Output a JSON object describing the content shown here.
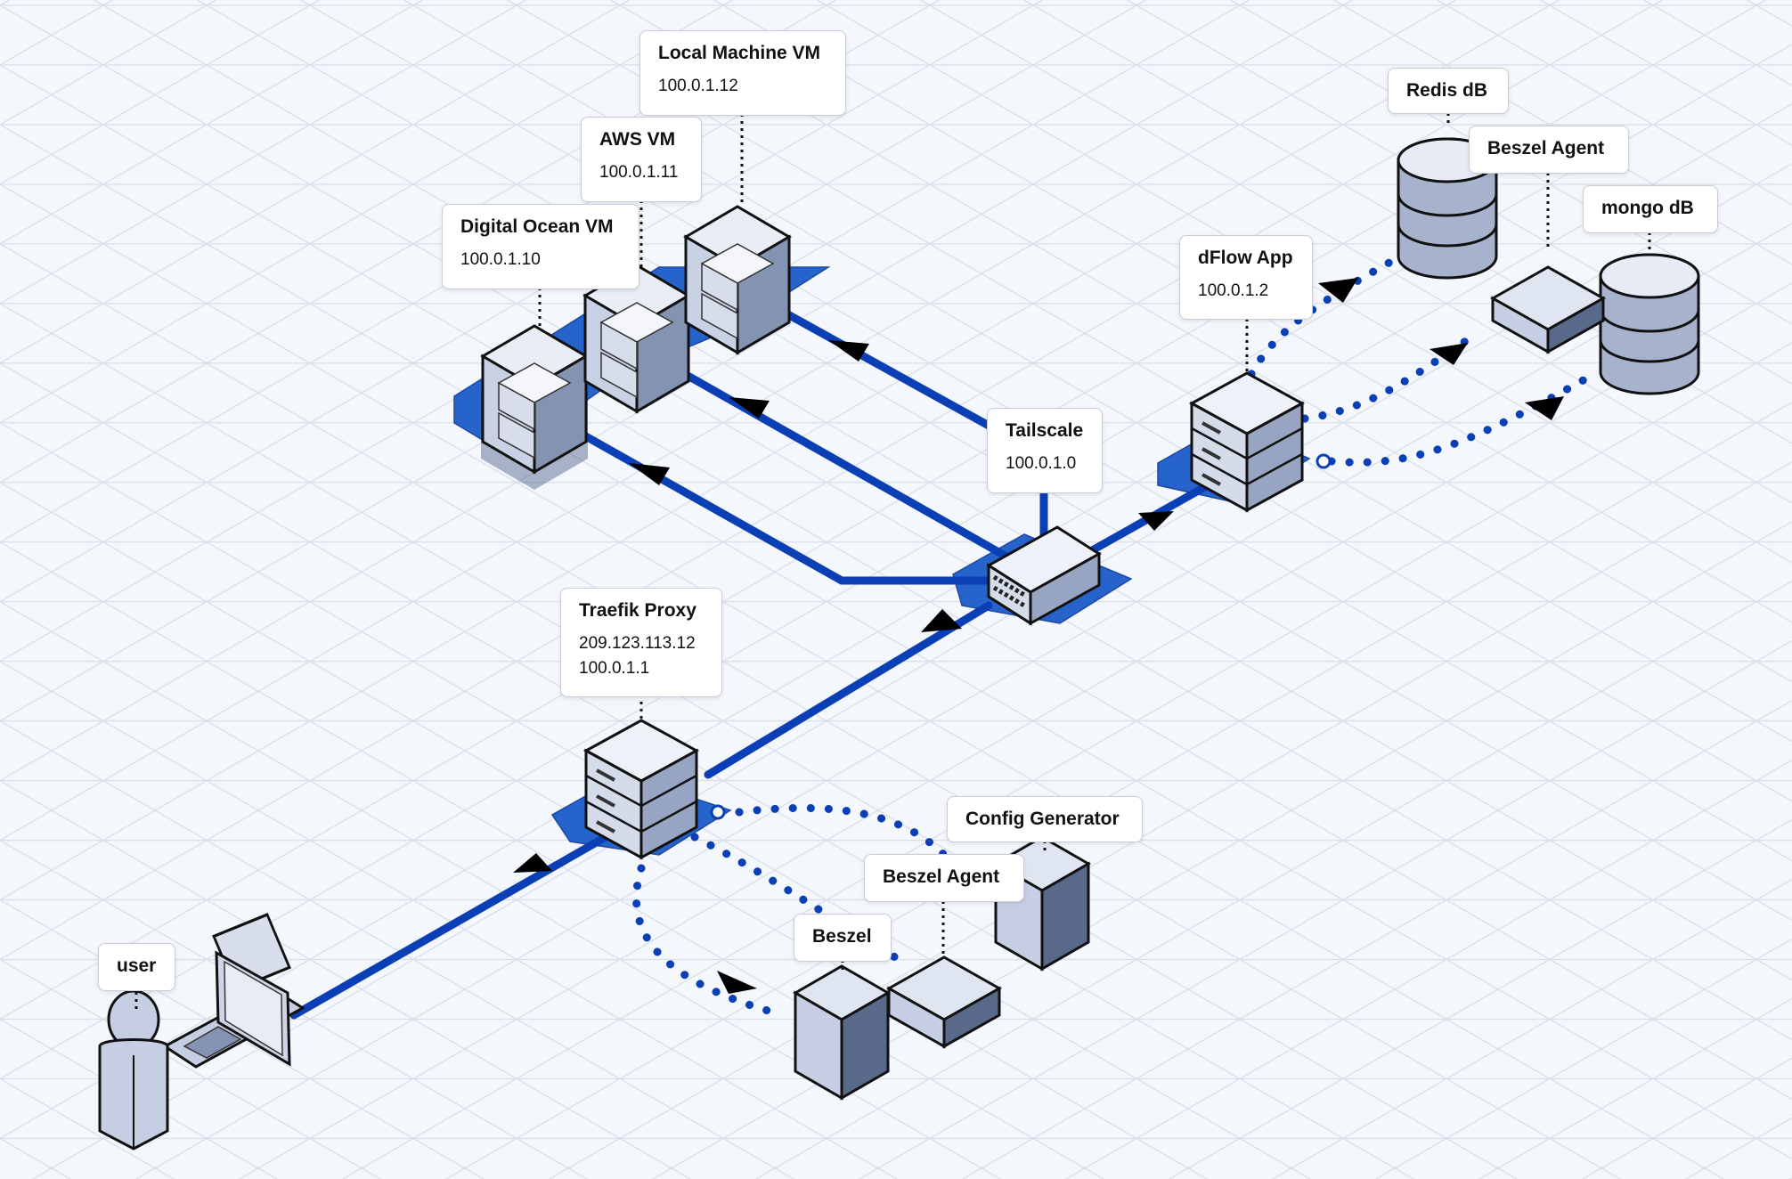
{
  "diagram": {
    "nodes": [
      {
        "id": "local-vm",
        "title": "Local Machine VM",
        "ips": [
          "100.0.1.12"
        ]
      },
      {
        "id": "aws-vm",
        "title": "AWS VM",
        "ips": [
          "100.0.1.11"
        ]
      },
      {
        "id": "do-vm",
        "title": "Digital Ocean VM",
        "ips": [
          "100.0.1.10"
        ]
      },
      {
        "id": "redis",
        "title": "Redis dB",
        "ips": []
      },
      {
        "id": "beszel-agent-db",
        "title": "Beszel Agent",
        "ips": []
      },
      {
        "id": "mongo",
        "title": "mongo dB",
        "ips": []
      },
      {
        "id": "dflow",
        "title": "dFlow App",
        "ips": [
          "100.0.1.2"
        ]
      },
      {
        "id": "tailscale",
        "title": "Tailscale",
        "ips": [
          "100.0.1.0"
        ]
      },
      {
        "id": "traefik",
        "title": "Traefik Proxy",
        "ips": [
          "209.123.113.12",
          "100.0.1.1"
        ]
      },
      {
        "id": "config-gen",
        "title": "Config Generator",
        "ips": []
      },
      {
        "id": "beszel-agent-proxy",
        "title": "Beszel Agent",
        "ips": []
      },
      {
        "id": "beszel",
        "title": "Beszel",
        "ips": []
      },
      {
        "id": "user",
        "title": "user",
        "ips": []
      }
    ],
    "edges": [
      {
        "from": "user",
        "to": "traefik",
        "style": "solid"
      },
      {
        "from": "traefik",
        "to": "tailscale",
        "style": "solid"
      },
      {
        "from": "tailscale",
        "to": "do-vm",
        "style": "solid"
      },
      {
        "from": "tailscale",
        "to": "aws-vm",
        "style": "solid"
      },
      {
        "from": "tailscale",
        "to": "local-vm",
        "style": "solid"
      },
      {
        "from": "tailscale",
        "to": "dflow",
        "style": "solid"
      },
      {
        "from": "dflow",
        "to": "redis",
        "style": "dotted"
      },
      {
        "from": "dflow",
        "to": "beszel-agent-db",
        "style": "dotted"
      },
      {
        "from": "dflow",
        "to": "mongo",
        "style": "dotted"
      },
      {
        "from": "traefik",
        "to": "beszel",
        "style": "dotted"
      },
      {
        "from": "traefik",
        "to": "beszel-agent-proxy",
        "style": "dotted"
      },
      {
        "from": "traefik",
        "to": "config-gen",
        "style": "dotted"
      }
    ],
    "colors": {
      "line": "#0a3fb5",
      "pad": "#1557c7",
      "device_light": "#dde3f0",
      "device_mid": "#b9c4da",
      "device_dark": "#59698a",
      "grid": "#d9dee8",
      "background": "#f4f7fc"
    }
  }
}
